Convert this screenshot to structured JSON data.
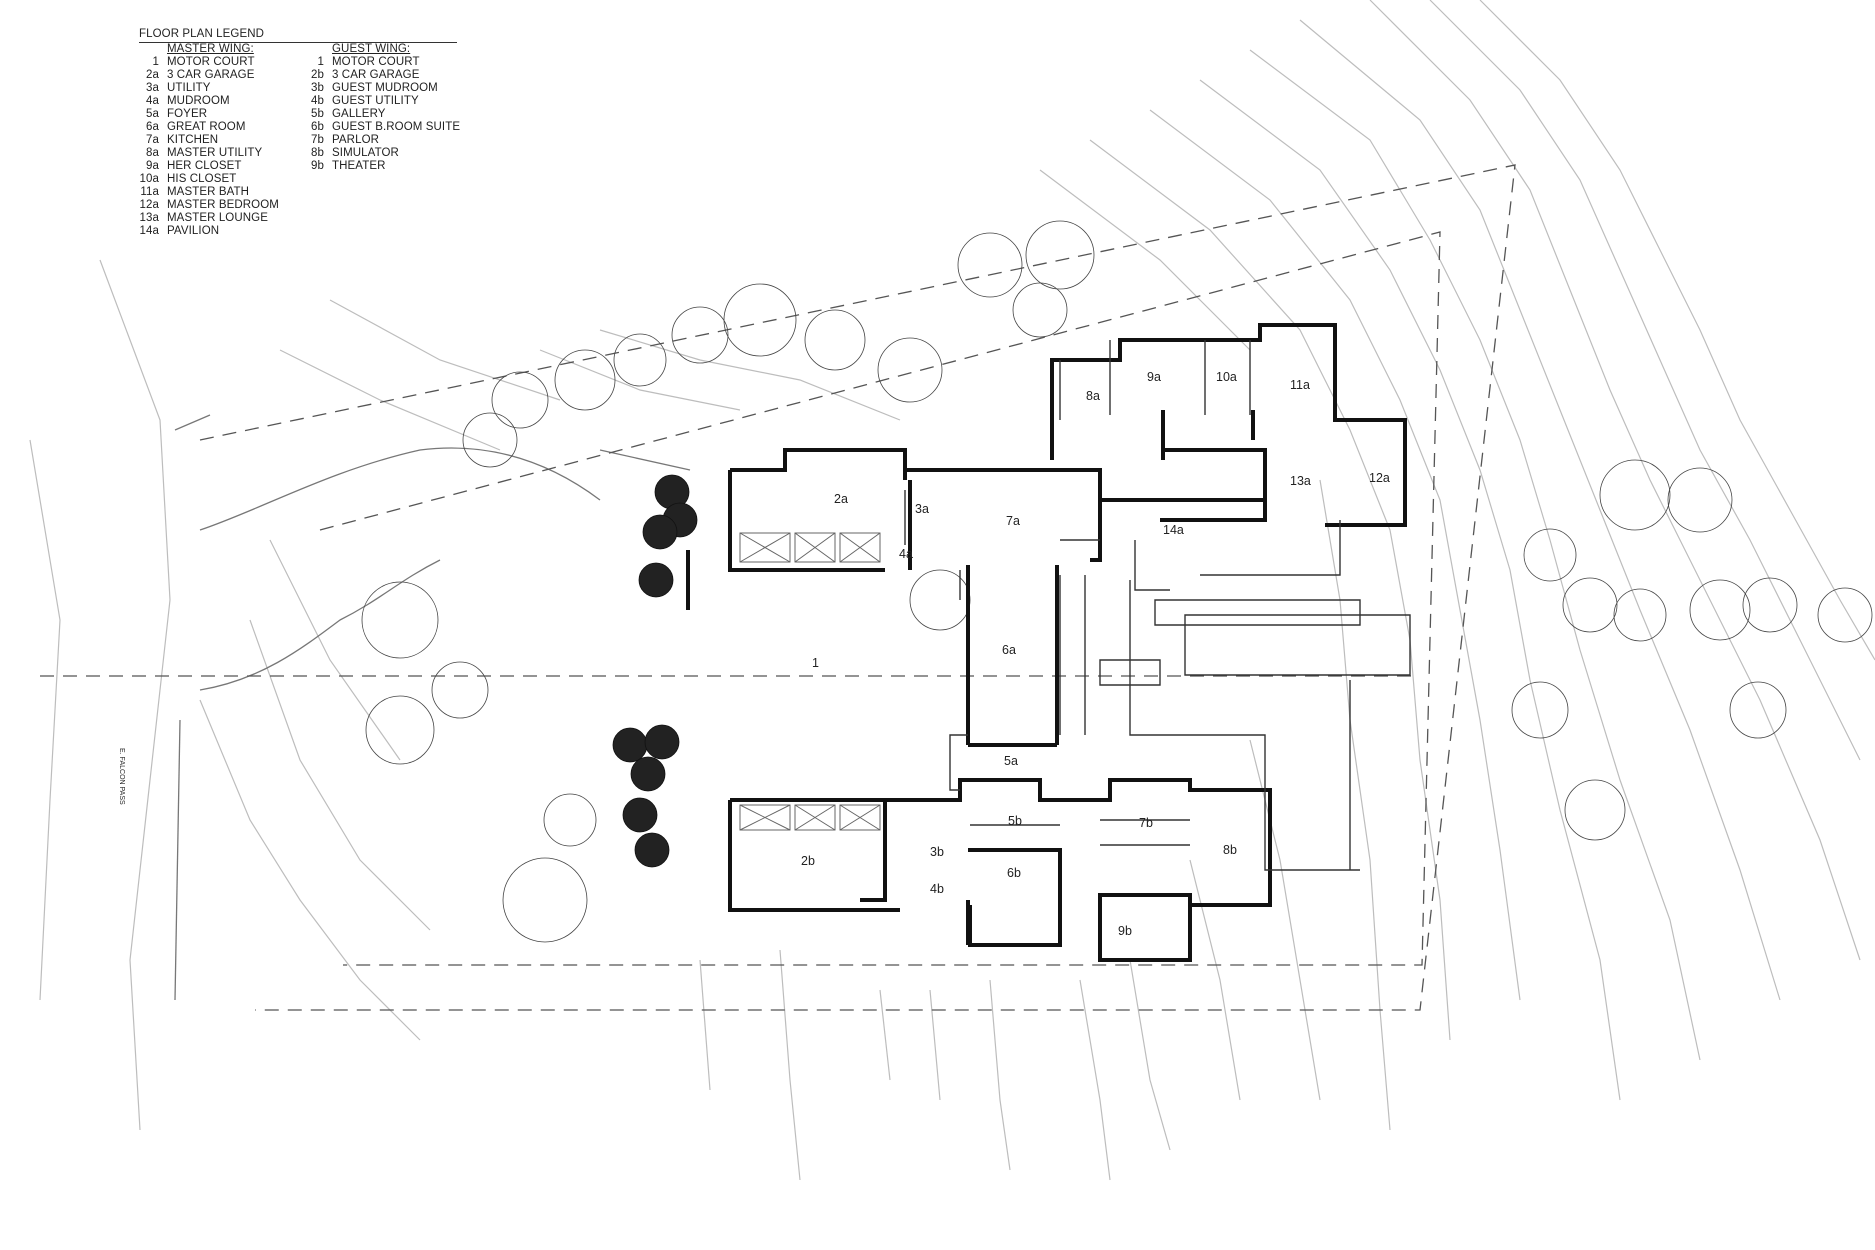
{
  "legend": {
    "title": "FLOOR PLAN LEGEND",
    "master": {
      "heading": "MASTER WING:",
      "items": [
        {
          "num": "1",
          "label": "MOTOR COURT"
        },
        {
          "num": "2a",
          "label": "3 CAR GARAGE"
        },
        {
          "num": "3a",
          "label": "UTILITY"
        },
        {
          "num": "4a",
          "label": "MUDROOM"
        },
        {
          "num": "5a",
          "label": "FOYER"
        },
        {
          "num": "6a",
          "label": "GREAT ROOM"
        },
        {
          "num": "7a",
          "label": "KITCHEN"
        },
        {
          "num": "8a",
          "label": "MASTER UTILITY"
        },
        {
          "num": "9a",
          "label": "HER CLOSET"
        },
        {
          "num": "10a",
          "label": "HIS CLOSET"
        },
        {
          "num": "11a",
          "label": "MASTER BATH"
        },
        {
          "num": "12a",
          "label": "MASTER BEDROOM"
        },
        {
          "num": "13a",
          "label": "MASTER LOUNGE"
        },
        {
          "num": "14a",
          "label": "PAVILION"
        }
      ]
    },
    "guest": {
      "heading": "GUEST WING:",
      "items": [
        {
          "num": "1",
          "label": "MOTOR COURT"
        },
        {
          "num": "2b",
          "label": "3 CAR GARAGE"
        },
        {
          "num": "3b",
          "label": "GUEST MUDROOM"
        },
        {
          "num": "4b",
          "label": "GUEST UTILITY"
        },
        {
          "num": "5b",
          "label": "GALLERY"
        },
        {
          "num": "6b",
          "label": "GUEST B.ROOM SUITE"
        },
        {
          "num": "7b",
          "label": "PARLOR"
        },
        {
          "num": "8b",
          "label": "SIMULATOR"
        },
        {
          "num": "9b",
          "label": "THEATER"
        }
      ]
    }
  },
  "rooms": {
    "r1": "1",
    "r2a": "2a",
    "r3a": "3a",
    "r4a": "4a",
    "r5a": "5a",
    "r6a": "6a",
    "r7a": "7a",
    "r8a": "8a",
    "r9a": "9a",
    "r10a": "10a",
    "r11a": "11a",
    "r12a": "12a",
    "r13a": "13a",
    "r14a": "14a",
    "r2b": "2b",
    "r3b": "3b",
    "r4b": "4b",
    "r5b": "5b",
    "r6b": "6b",
    "r7b": "7b",
    "r8b": "8b",
    "r9b": "9b"
  },
  "street_label": "E. FALCON PASS"
}
